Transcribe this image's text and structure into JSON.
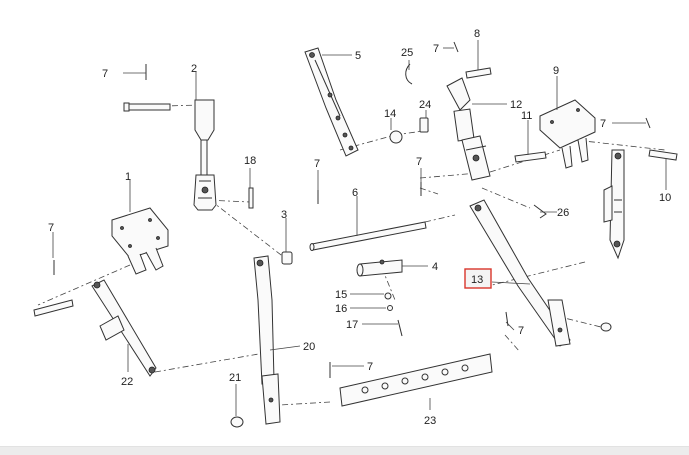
{
  "diagram": {
    "highlighted_callout": "13",
    "highlight_color": "#d9352b",
    "callouts": [
      "1",
      "2",
      "3",
      "4",
      "5",
      "6",
      "7",
      "8",
      "9",
      "10",
      "11",
      "12",
      "13",
      "14",
      "15",
      "16",
      "17",
      "18",
      "20",
      "21",
      "22",
      "23",
      "24",
      "25",
      "26"
    ]
  }
}
